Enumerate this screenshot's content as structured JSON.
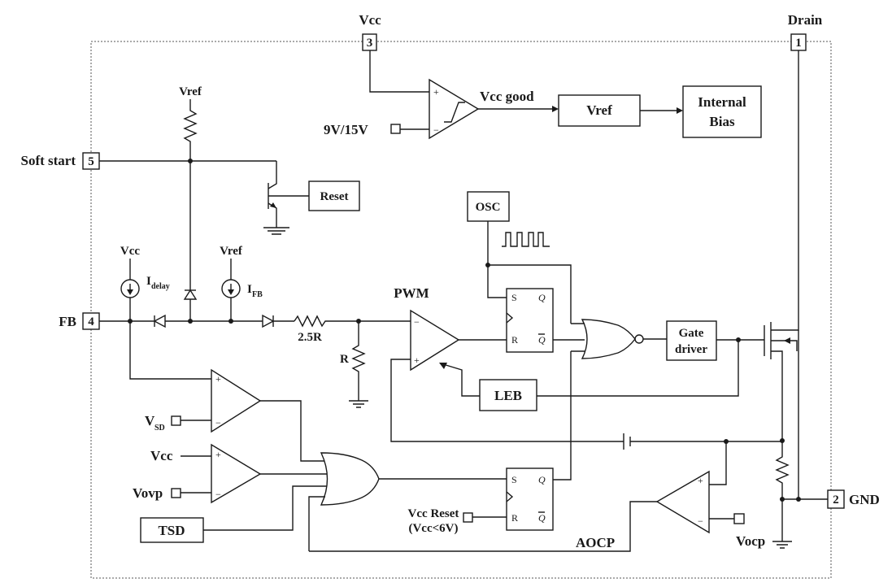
{
  "pins": {
    "vcc": {
      "label": "Vcc",
      "number": "3"
    },
    "drain": {
      "label": "Drain",
      "number": "1"
    },
    "soft_start": {
      "label": "Soft start",
      "number": "5"
    },
    "fb": {
      "label": "FB",
      "number": "4"
    },
    "gnd": {
      "label": "GND",
      "number": "2"
    }
  },
  "blocks": {
    "vref": "Vref",
    "internal_bias_line1": "Internal",
    "internal_bias_line2": "Bias",
    "reset": "Reset",
    "osc": "OSC",
    "gate_driver_line1": "Gate",
    "gate_driver_line2": "driver",
    "leb": "LEB",
    "tsd": "TSD"
  },
  "labels": {
    "vcc_good": "Vcc good",
    "uvlo_ref": "9V/15V",
    "vref_top": "Vref",
    "vcc_src": "Vcc",
    "vref_src": "Vref",
    "i_delay_main": "I",
    "i_delay_sub": "delay",
    "i_fb_main": "I",
    "i_fb_sub": "FB",
    "res_25r": "2.5R",
    "res_r": "R",
    "pwm": "PWM",
    "v_sd_main": "V",
    "v_sd_sub": "SD",
    "vcc_ovp_in": "Vcc",
    "vovp": "Vovp",
    "vcc_reset_line1": "Vcc Reset",
    "vcc_reset_line2": "(Vcc<6V)",
    "aocp": "AOCP",
    "vocp": "Vocp",
    "ff_s": "S",
    "ff_r": "R",
    "ff_q": "Q",
    "ff_qbar": "Q",
    "op_plus": "+",
    "op_minus": "−"
  }
}
